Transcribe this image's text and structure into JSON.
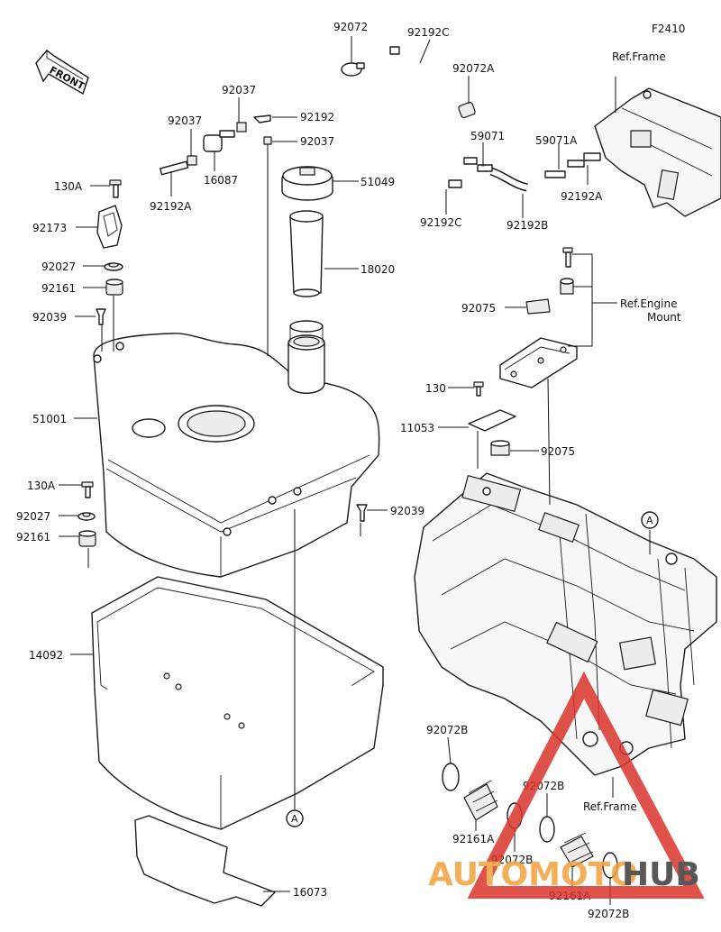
{
  "figure_code": "F2410",
  "front_label": "FRONT",
  "watermark": {
    "part1": "AUTOMOTO",
    "part2": "HUB",
    "color1": "#f2a23a",
    "color2": "#3a3a3a",
    "triangle_color": "#d9342b"
  },
  "callouts": {
    "c92072": "92072",
    "c92192C_top": "92192C",
    "c92072A": "92072A",
    "c92037_a": "92037",
    "c92037_b": "92037",
    "c92192": "92192",
    "c92037_c": "92037",
    "c16087": "16087",
    "c92192A_left": "92192A",
    "c51049": "51049",
    "c59071": "59071",
    "c59071A": "59071A",
    "c92192A_right": "92192A",
    "c92192C_bottom": "92192C",
    "c92192B": "92192B",
    "c130A_top": "130A",
    "c92173": "92173",
    "c92027_top": "92027",
    "c92161_top": "92161",
    "c92039_left": "92039",
    "c18020": "18020",
    "c92075_top": "92075",
    "c130": "130",
    "c11053": "11053",
    "c92075_bottom": "92075",
    "c51001": "51001",
    "c130A_bottom": "130A",
    "c92027_bottom": "92027",
    "c92161_bottom": "92161",
    "c92039_right": "92039",
    "c14092": "14092",
    "c16073": "16073",
    "c92072B_1": "92072B",
    "c92072B_2": "92072B",
    "c92072B_3": "92072B",
    "c92072B_4": "92072B",
    "c92161A_1": "92161A",
    "c92161A_2": "92161A",
    "ref_frame_top": "Ref.Frame",
    "ref_frame_bottom": "Ref.Frame",
    "ref_engine_1": "Ref.Engine",
    "ref_engine_2": "Mount",
    "marker_a1": "A",
    "marker_a2": "A"
  }
}
